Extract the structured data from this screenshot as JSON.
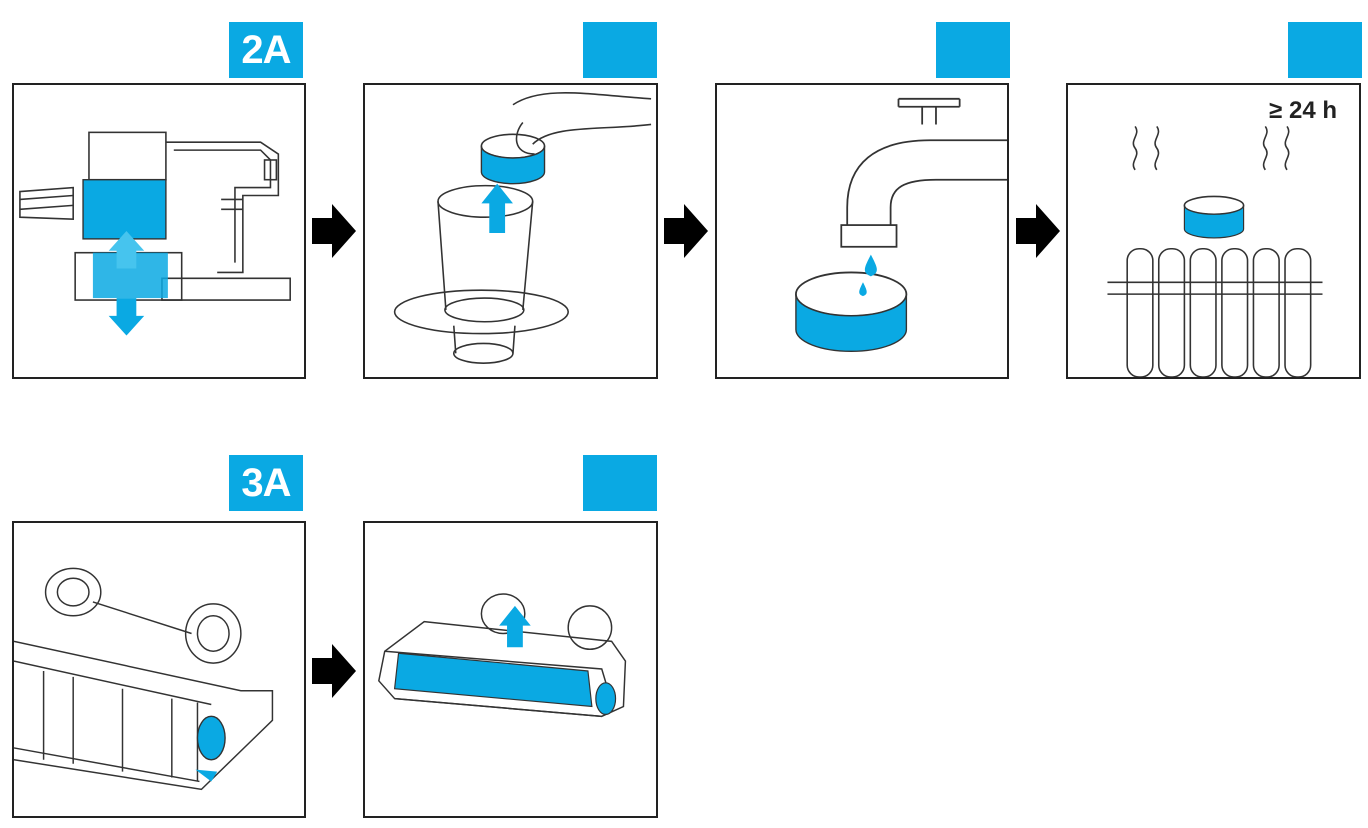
{
  "accent_color": "#0aa9e3",
  "rows": [
    {
      "label": "2A",
      "panels": [
        {
          "tag": "2A",
          "icon": "vacuum-handheld-dustbin-icon"
        },
        {
          "tag": "",
          "icon": "filter-removal-icon"
        },
        {
          "tag": "",
          "icon": "filter-rinse-tap-icon"
        },
        {
          "tag": "",
          "icon": "filter-dry-radiator-icon",
          "duration": "≥ 24 h"
        }
      ]
    },
    {
      "label": "3A",
      "panels": [
        {
          "tag": "3A",
          "icon": "floor-brush-head-icon"
        },
        {
          "tag": "",
          "icon": "brush-roll-removal-icon"
        }
      ]
    }
  ],
  "arrow_icon": "right-arrow-icon"
}
